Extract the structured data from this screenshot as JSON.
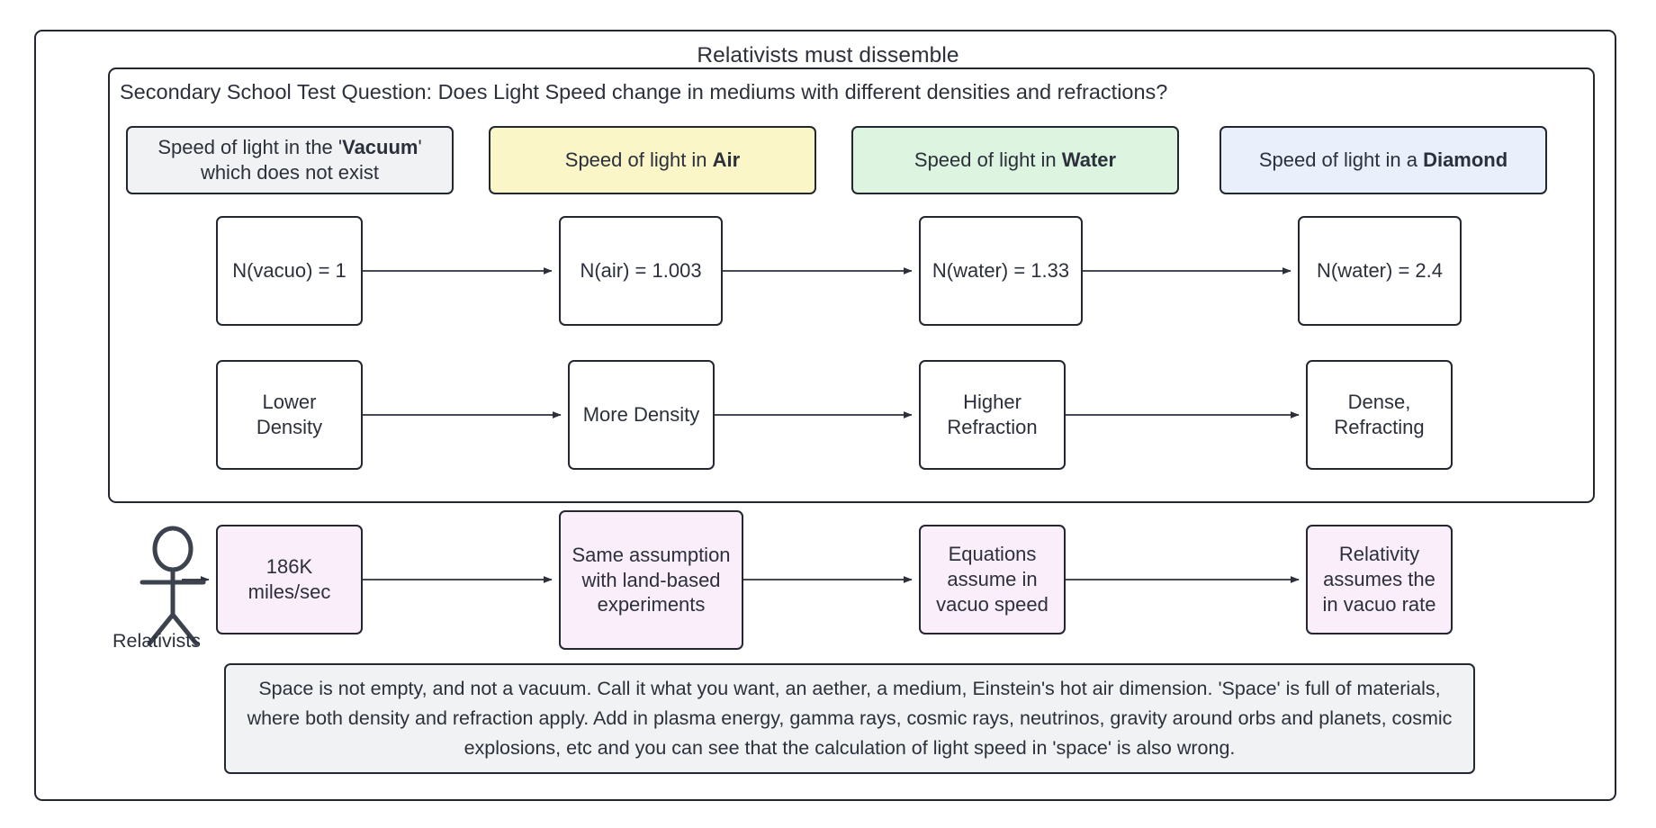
{
  "diagram": {
    "title": "Relativists must dissemble",
    "question": "Secondary School Test Question:  Does Light Speed change in mediums with different densities and refractions?",
    "headers": [
      {
        "prefix": "Speed of light in the '",
        "bold": "Vacuum",
        "suffix": "'",
        "line2": "which does not exist",
        "color": "#f1f2f4"
      },
      {
        "prefix": "Speed of light in ",
        "bold": "Air",
        "suffix": "",
        "line2": "",
        "color": "#faf6c8"
      },
      {
        "prefix": "Speed of light in ",
        "bold": "Water",
        "suffix": "",
        "line2": "",
        "color": "#ddf5e0"
      },
      {
        "prefix": "Speed of light in a ",
        "bold": "Diamond",
        "suffix": "",
        "line2": "",
        "color": "#e9f0fc"
      }
    ],
    "refractive_index_row": [
      "N(vacuo) = 1",
      "N(air) = 1.003",
      "N(water) = 1.33",
      "N(water) = 2.4"
    ],
    "density_row": [
      "Lower Density",
      "More Density",
      "Higher Refraction",
      "Dense, Refracting"
    ],
    "actor": {
      "label": "Relativists",
      "icon": "stick-figure-icon"
    },
    "relativist_row": [
      "186K miles/sec",
      "Same assumption with land-based experiments",
      "Equations assume in vacuo speed",
      "Relativity assumes the in vacuo rate"
    ],
    "footer_note": "Space is not empty, and not a vacuum.  Call it what you want, an aether, a medium, Einstein's hot air dimension.  'Space' is full of materials, where both density and refraction apply.  Add in plasma energy, gamma rays, cosmic rays, neutrinos, gravity around orbs and planets, cosmic explosions, etc and you can see that the calculation of light speed in 'space' is also wrong.",
    "colors": {
      "stroke": "#23272f",
      "text": "#2b303b",
      "grey": "#f1f2f4",
      "yellow": "#faf6c8",
      "green": "#ddf5e0",
      "blue": "#e9f0fc",
      "pink": "#fbeefb",
      "white": "#ffffff"
    }
  }
}
